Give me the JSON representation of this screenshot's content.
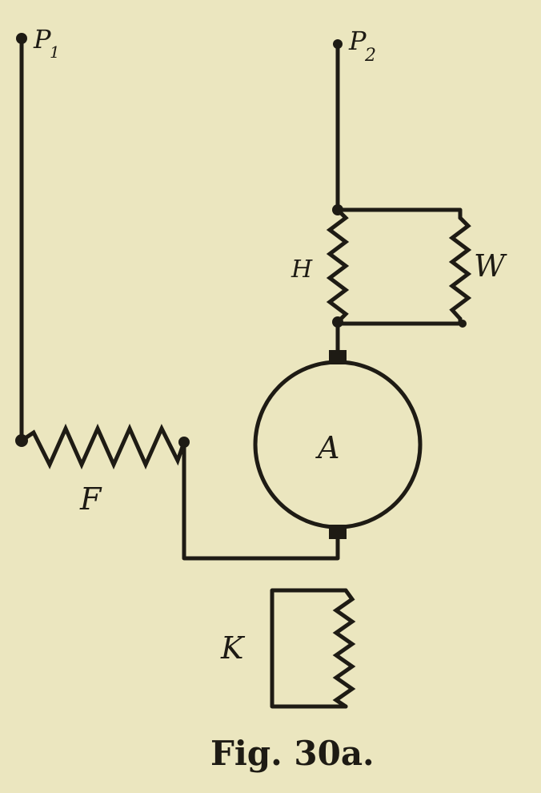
{
  "labels": {
    "p1": "P",
    "p1_sub": "1",
    "p2": "P",
    "p2_sub": "2",
    "h": "H",
    "w": "W",
    "a": "A",
    "f": "F",
    "k": "K"
  },
  "caption": "Fig. 30a.",
  "colors": {
    "ink": "#1e1b14",
    "paper": "#ebe6bf"
  }
}
